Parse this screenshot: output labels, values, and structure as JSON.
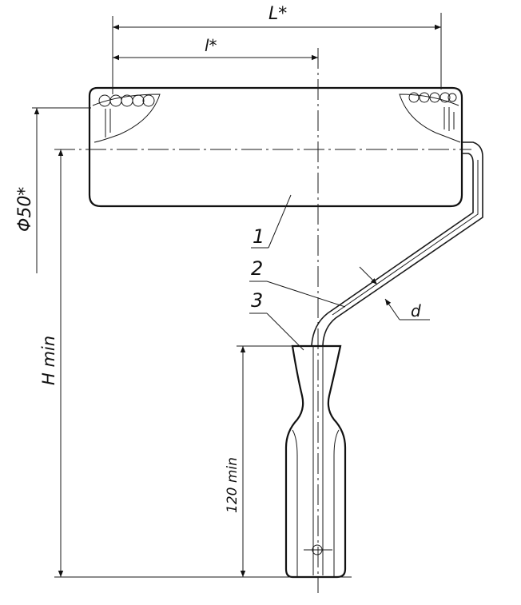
{
  "labels": {
    "L": "L*",
    "l": "l*",
    "diameter": "Φ50*",
    "H": "H min",
    "handle_len": "120 min",
    "d": "d",
    "part1": "1",
    "part2": "2",
    "part3": "3"
  }
}
